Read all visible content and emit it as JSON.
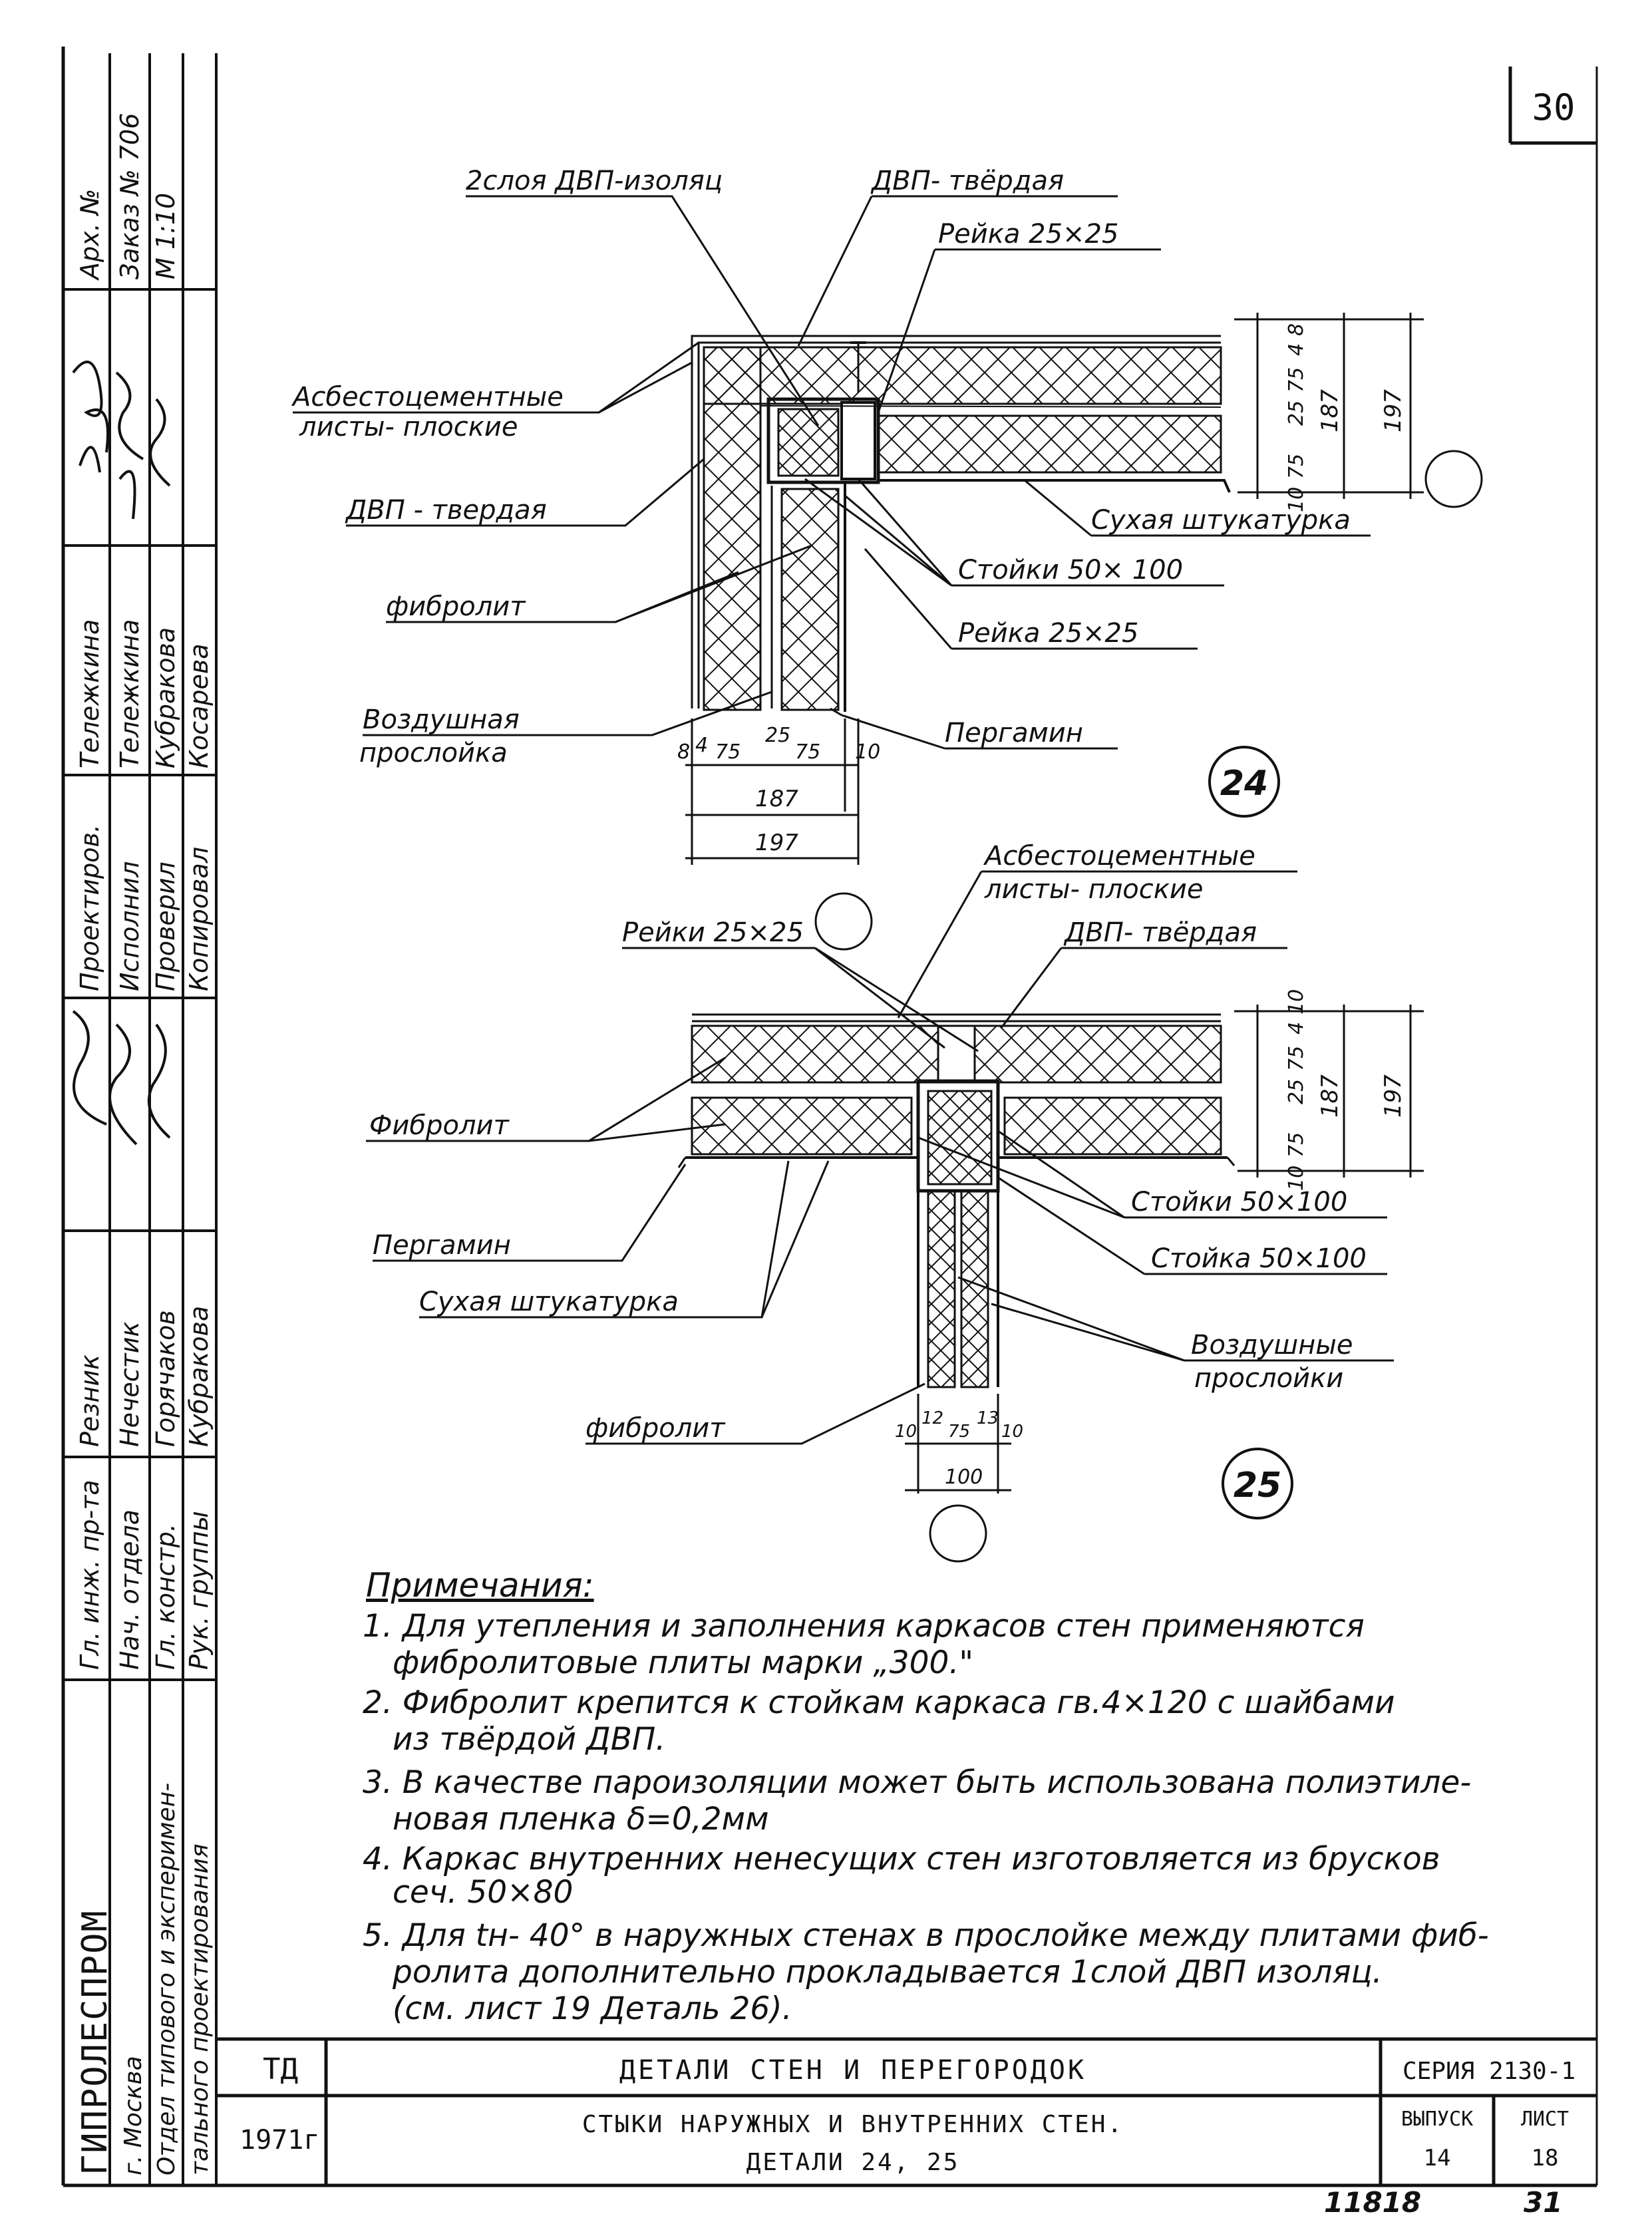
{
  "sheet_number": "30",
  "side_stamp": {
    "arch_no": "Арх. №",
    "order_no": "Заказ № 706",
    "scale": "М 1:10",
    "roles": [
      {
        "title": "Гл. инж. пр-та",
        "name": "Резник"
      },
      {
        "title": "Нач. отдела",
        "name": "Нечестик"
      },
      {
        "title": "Гл. констр.",
        "name": "Горячаков"
      },
      {
        "title": "Рук. группы",
        "name": "Кубракова"
      },
      {
        "title": "Проектиров.",
        "name": "Тележкина"
      },
      {
        "title": "Исполнил",
        "name": "Тележкина"
      },
      {
        "title": "Проверил",
        "name": "Кубракова"
      },
      {
        "title": "Копировал",
        "name": "Косарева"
      }
    ],
    "org_name": "ГИПРОЛЕСПРОМ",
    "org_city": "г. Москва",
    "dept_line1": "Отдел типового и эксперимен-",
    "dept_line2": "тального проектирования"
  },
  "detail24": {
    "number": "24",
    "labels": {
      "dvp_isolation": "2слоя ДВП-изоляц",
      "dvp_hard_top": "ДВП- твёрдая",
      "rail_top": "Рейка 25×25",
      "asbestos_line1": "Асбестоцементные",
      "asbestos_line2": "листы- плоские",
      "dvp_hard_left": "ДВП - твердая",
      "dry_plaster": "Сухая штукатурка",
      "fibrolite": "фибролит",
      "posts": "Стойки 50× 100",
      "rail_bottom": "Рейка 25×25",
      "air_line1": "Воздушная",
      "air_line2": "прослойка",
      "pergamin": "Пергамин"
    },
    "dims_bottom": [
      "8",
      "4",
      "75",
      "25",
      "75",
      "10"
    ],
    "dims_bottom_total1": "187",
    "dims_bottom_total2": "197",
    "dims_right": [
      "10",
      "75",
      "25",
      "75",
      "4",
      "8"
    ],
    "dims_right_total1": "187",
    "dims_right_total2": "197"
  },
  "detail25": {
    "number": "25",
    "labels": {
      "asbestos_line1": "Асбестоцементные",
      "asbestos_line2": "листы- плоские",
      "rails": "Рейки 25×25",
      "dvp_hard": "ДВП- твёрдая",
      "fibrolite_left": "Фибролит",
      "posts": "Стойки 50×100",
      "pergamin": "Пергамин",
      "post": "Стойка 50×100",
      "dry_plaster": "Сухая штукатурка",
      "air_line1": "Воздушные",
      "air_line2": "прослойки",
      "fibrolite_bottom": "фибролит"
    },
    "dims_bottom": [
      "10",
      "12",
      "75",
      "13",
      "10"
    ],
    "dims_bottom_total": "100",
    "dims_right": [
      "10",
      "75",
      "25",
      "75",
      "4",
      "10"
    ],
    "dims_right_total1": "187",
    "dims_right_total2": "197"
  },
  "notes": {
    "title": "Примечания:",
    "lines": [
      "1. Для утепления и заполнения каркасов стен применяются",
      "фибролитовые плиты марки „300.\"",
      "2. Фибролит крепится к стойкам каркаса гв.4×120 с шайбами",
      "из твёрдой ДВП.",
      "3. В качестве пароизоляции может быть использована полиэтиле-",
      "новая пленка  δ=0,2мм",
      "4. Каркас внутренних ненесущих стен изготовляется из брусков",
      "сеч. 50×80",
      "5. Для tн- 40° в наружных стенах в прослойке между плитами фиб-",
      "ролита дополнительно прокладывается 1слой ДВП изоляц.",
      "(см. лист 19 Деталь 26)."
    ]
  },
  "title_block": {
    "code": "ТД",
    "year": "1971г",
    "title": "ДЕТАЛИ СТЕН И ПЕРЕГОРОДОК",
    "subtitle_line1": "СТЫКИ НАРУЖНЫХ И ВНУТРЕННИХ СТЕН.",
    "subtitle_line2": "ДЕТАЛИ 24, 25",
    "series_label": "СЕРИЯ 2130-1",
    "issue_label": "ВЫПУСК",
    "issue_value": "14",
    "sheet_label": "ЛИСТ",
    "sheet_value": "18"
  },
  "footer": {
    "inventory": "11818",
    "page": "31"
  }
}
